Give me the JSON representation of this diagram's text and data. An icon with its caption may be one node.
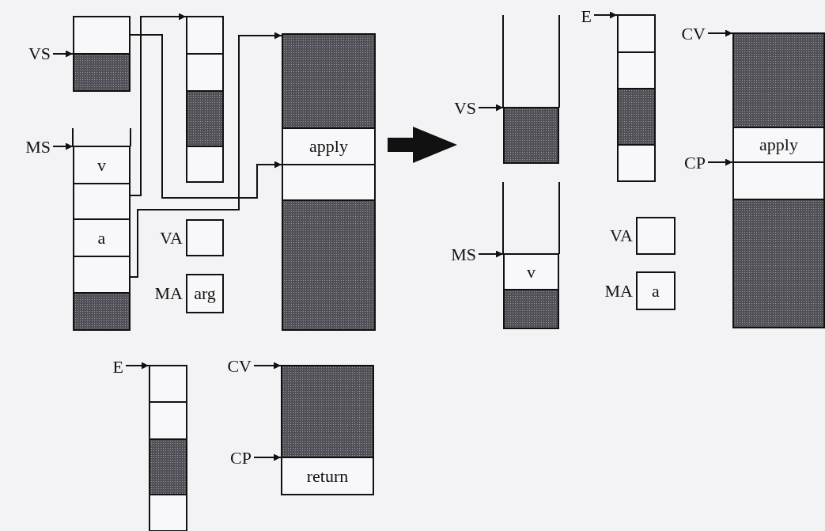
{
  "diagram": {
    "nodes": [
      {
        "text": [
          "VS"
        ]
      },
      {
        "text": [],
        "shape": "box"
      },
      {
        "text": [],
        "shape": "box"
      },
      {
        "text": [
          "MS"
        ]
      },
      {
        "text": [
          "v"
        ]
      },
      {
        "text": [],
        "shape": "box"
      },
      {
        "text": [
          "a"
        ]
      },
      {
        "text": [],
        "shape": "box"
      },
      {
        "text": [],
        "shape": "box"
      },
      {
        "text": [],
        "shape": "box"
      },
      {
        "text": [],
        "shape": "box"
      },
      {
        "text": [],
        "shape": "box"
      },
      {
        "text": [],
        "shape": "box"
      },
      {
        "text": [],
        "shape": "box",
        "beside": [
          "VA"
        ]
      },
      {
        "text": [
          "arg"
        ],
        "beside": [
          "MA"
        ]
      },
      {
        "text": [],
        "shape": "box"
      },
      {
        "text": [
          "apply"
        ]
      },
      {
        "text": [],
        "shape": "box"
      },
      {
        "text": [],
        "shape": "box"
      },
      {
        "text": [
          "E"
        ]
      },
      {
        "text": [],
        "shape": "box"
      },
      {
        "text": [],
        "shape": "box"
      },
      {
        "text": [],
        "shape": "box"
      },
      {
        "text": [],
        "shape": "box"
      },
      {
        "text": [
          "CV"
        ]
      },
      {
        "text": [],
        "shape": "box"
      },
      {
        "text": [
          "CP"
        ]
      },
      {
        "text": [
          "return"
        ]
      },
      {
        "text": [
          "VS"
        ]
      },
      {
        "text": [],
        "shape": "box"
      },
      {
        "text": [
          "MS"
        ]
      },
      {
        "text": [
          "v"
        ]
      },
      {
        "text": [],
        "shape": "box"
      },
      {
        "text": [
          "E"
        ]
      },
      {
        "text": [],
        "shape": "box"
      },
      {
        "text": [],
        "shape": "box"
      },
      {
        "text": [],
        "shape": "box"
      },
      {
        "text": [],
        "shape": "box"
      },
      {
        "text": [],
        "shape": "box",
        "beside": [
          "VA"
        ]
      },
      {
        "text": [
          "a"
        ],
        "beside": [
          "MA"
        ]
      },
      {
        "text": [
          "CV"
        ]
      },
      {
        "text": [],
        "shape": "box"
      },
      {
        "text": [
          "apply"
        ]
      },
      {
        "text": [
          "CP"
        ]
      },
      {
        "text": [],
        "shape": "box"
      },
      {
        "text": [],
        "shape": "box"
      }
    ],
    "edges": [
      {
        "from": 0,
        "to": 2,
        "arrow": "to"
      },
      {
        "from": 3,
        "to": 4,
        "arrow": "to"
      },
      {
        "from": 1,
        "to": 17,
        "arrow": "to"
      },
      {
        "from": 5,
        "to": 9,
        "arrow": "to"
      },
      {
        "from": 7,
        "to": 15,
        "arrow": "to"
      },
      {
        "from": 19,
        "to": 20,
        "arrow": "to"
      },
      {
        "from": 24,
        "to": 25,
        "arrow": "to"
      },
      {
        "from": 26,
        "to": 27,
        "arrow": "to"
      },
      {
        "from": 28,
        "to": 29,
        "arrow": "to"
      },
      {
        "from": 30,
        "to": 31,
        "arrow": "to"
      },
      {
        "from": 33,
        "to": 34,
        "arrow": "to"
      },
      {
        "from": 40,
        "to": 41,
        "arrow": "to"
      },
      {
        "from": 43,
        "to": 44,
        "arrow": "to"
      }
    ]
  }
}
